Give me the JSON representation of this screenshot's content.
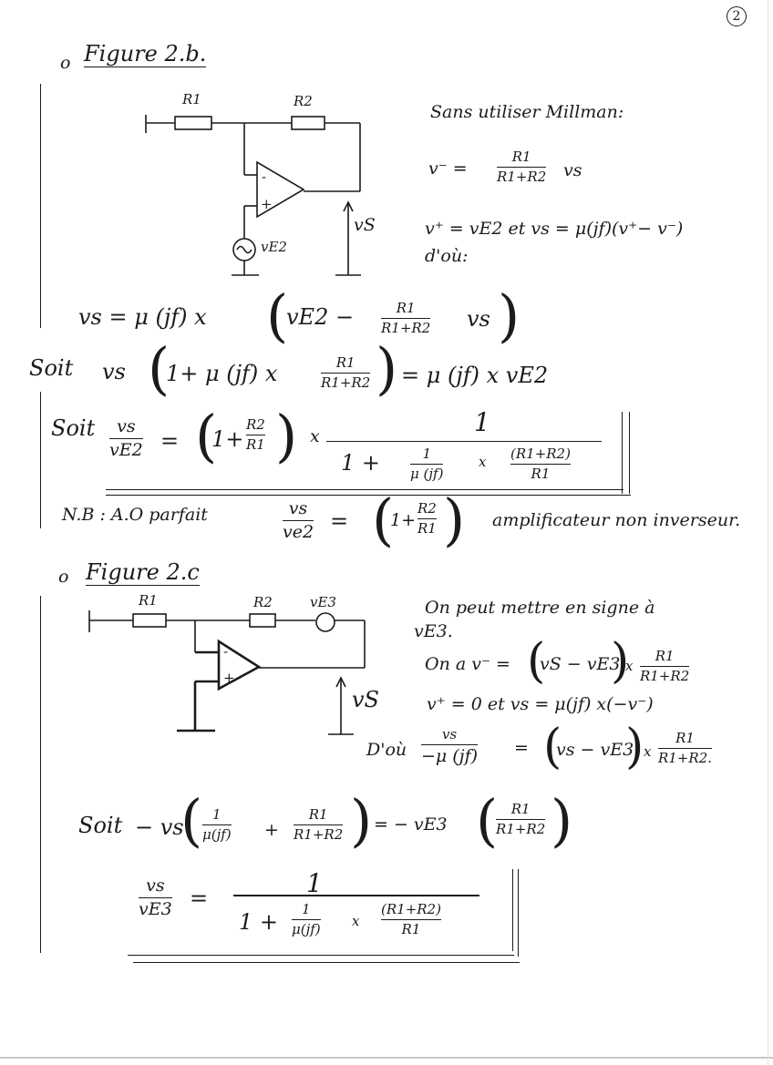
{
  "page": {
    "number": "2"
  },
  "fig2b": {
    "bullet": "o",
    "title": "Figure 2.b.",
    "r1": "R1",
    "r2": "R2",
    "minus": "-",
    "plus": "+",
    "ve2": "vE2",
    "vs": "vS",
    "note": "Sans utiliser Millman:",
    "eq1_lhs": "v⁻ =",
    "eq1_num": "R1",
    "eq1_den": "R1+R2",
    "eq1_tail": "vs",
    "eq2": "v⁺ = vE2   et  vs = μ(jf)(v⁺− v⁻)",
    "donc": "d'où:",
    "eq3_lhs": "vs  =  μ (jf)  x",
    "eq3_a": "vE2 −",
    "eq3_num": "R1",
    "eq3_den": "R1+R2",
    "eq3_tail": "vs",
    "soit1": "Soit",
    "eq4_lhs": "vs",
    "eq4_a": "1+  μ (jf) x",
    "eq4_num": "R1",
    "eq4_den": "R1+R2",
    "eq4_rhs": "=  μ (jf) x vE2",
    "soit2": "Soit",
    "eq5_lnum": "vs",
    "eq5_lden": "vE2",
    "eq5_eq": "=",
    "eq5_a": "1+",
    "eq5_anum": "R2",
    "eq5_aden": "R1",
    "eq5_x": "x",
    "eq5_bignum": "1",
    "eq5_d1": "1 +",
    "eq5_dnum": "1",
    "eq5_dden": "μ (jf)",
    "eq5_dx": "x",
    "eq5_d2num": "(R1+R2)",
    "eq5_d2den": "R1",
    "nb_label": "N.B :  A.O parfait",
    "nb_num": "vs",
    "nb_den": "ve2",
    "nb_eq": "=",
    "nb_a": "1+",
    "nb_anum": "R2",
    "nb_aden": "R1",
    "nb_tail": "amplificateur non inverseur."
  },
  "fig2c": {
    "bullet": "o",
    "title": "Figure 2.c",
    "r1": "R1",
    "r2": "R2",
    "ve3": "vE3",
    "vs": "vS",
    "minus": "-",
    "plus": "+",
    "note1": "On peut mettre en signe à",
    "note2": "vE3.",
    "eq1_lhs": "On a  v⁻ =",
    "eq1_a": "vS − vE3",
    "eq1_x": "x",
    "eq1_num": "R1",
    "eq1_den": "R1+R2",
    "eq2": "v⁺ = 0  et   vs = μ(jf) x(−v⁻)",
    "eq3_lhs": "D'où",
    "eq3_num": "vs",
    "eq3_den": "−μ (jf)",
    "eq3_eq": "=",
    "eq3_a": "vs − vE3",
    "eq3_x": "x",
    "eq3_rnum": "R1",
    "eq3_rden": "R1+R2.",
    "soit": "Soit",
    "eq4_a": "− vs",
    "eq4_n1": "1",
    "eq4_d1": "μ(jf)",
    "eq4_plus": "+",
    "eq4_n2": "R1",
    "eq4_d2": "R1+R2",
    "eq4_eq": "=  −  vE3",
    "eq4_rnum": "R1",
    "eq4_rden": "R1+R2",
    "eq5_lnum": "vs",
    "eq5_lden": "vE3",
    "eq5_eq": "=",
    "eq5_bignum": "1",
    "eq5_d1": "1 +",
    "eq5_dnum": "1",
    "eq5_dden": "μ(jf)",
    "eq5_dx": "x",
    "eq5_d2num": "(R1+R2)",
    "eq5_d2den": "R1"
  }
}
